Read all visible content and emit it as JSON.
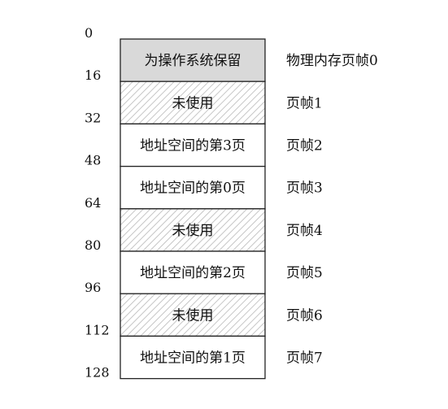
{
  "colors": {
    "border": "#222222",
    "reserved_fill": "#d9d9d9",
    "unused_fill": "#ffffff",
    "used_fill": "#ffffff",
    "hatch": "#b8b8b8"
  },
  "ticks": [
    "0",
    "16",
    "32",
    "48",
    "64",
    "80",
    "96",
    "112",
    "128"
  ],
  "frames": [
    {
      "content": "为操作系统保留",
      "kind": "reserved",
      "frame_label": "物理内存页帧0"
    },
    {
      "content": "未使用",
      "kind": "unused",
      "frame_label": "页帧1"
    },
    {
      "content": "地址空间的第3页",
      "kind": "used",
      "frame_label": "页帧2"
    },
    {
      "content": "地址空间的第0页",
      "kind": "used",
      "frame_label": "页帧3"
    },
    {
      "content": "未使用",
      "kind": "unused",
      "frame_label": "页帧4"
    },
    {
      "content": "地址空间的第2页",
      "kind": "used",
      "frame_label": "页帧5"
    },
    {
      "content": "未使用",
      "kind": "unused",
      "frame_label": "页帧6"
    },
    {
      "content": "地址空间的第1页",
      "kind": "used",
      "frame_label": "页帧7"
    }
  ]
}
